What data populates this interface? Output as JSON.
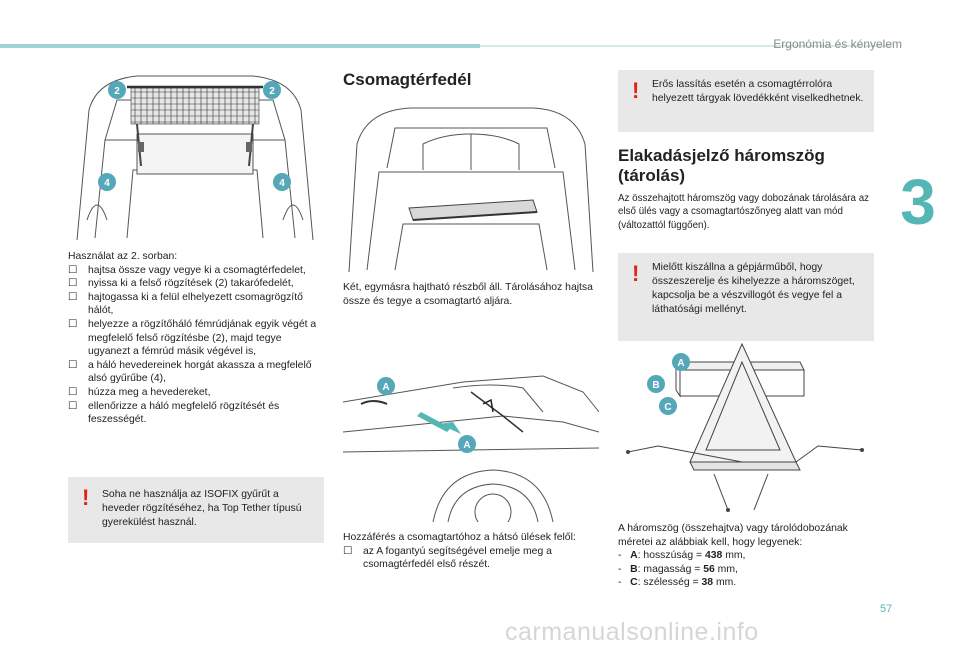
{
  "header": {
    "section_title": "Ergonómia és kényelem",
    "chapter_number": "3",
    "page_number": "57"
  },
  "watermark": "carmanualsonline.info",
  "col1": {
    "figure_callouts": [
      "2",
      "2",
      "4",
      "4"
    ],
    "intro": "Használat az 2. sorban:",
    "steps": [
      "hajtsa össze vagy vegye ki a csomagtérfedelet,",
      "nyissa ki a felső rögzítések (2) takarófedelét,",
      "hajtogassa ki a felül elhelyezett csomagrögzítő hálót,",
      "helyezze a rögzítőháló fémrúdjának egyik végét a megfelelő felső rögzítésbe (2), majd tegye ugyanezt a fémrúd másik végével is,",
      "a háló hevedereinek horgát akassza a megfelelő alsó gyűrűbe (4),",
      "húzza meg a hevedereket,",
      "ellenőrizze a háló megfelelő rögzítését és feszességét."
    ],
    "warning": "Soha ne használja az ISOFIX gyűrűt a heveder rögzítéséhez, ha Top Tether típusú gyerekülést használ."
  },
  "col2": {
    "title": "Csomagtérfedél",
    "desc": "Két, egymásra hajtható részből áll. Tárolásához hajtsa össze és tegye a csomagtartó aljára.",
    "figure_callouts": [
      "A",
      "A"
    ],
    "access_intro": "Hozzáférés a csomagtartóhoz a hátsó ülések felől:",
    "access_step": "az A fogantyú segítségével emelje meg a csomagtérfedél első részét."
  },
  "col3": {
    "warning": "Erős lassítás esetén a csomagtérrolóra helyezett tárgyak lövedékként viselkedhetnek.",
    "title": "Elakadásjelző háromszög (tárolás)",
    "desc": "Az összehajtott háromszög vagy dobozának tárolására az első ülés vagy a csomagtartószőnyeg alatt van mód (változattól függően).",
    "warning2": "Mielőtt kiszállna a gépjárműből, hogy összeszerelje és kihelyezze a háromszöget, kapcsolja be a vészvillogót és vegye fel a láthatósági mellényt.",
    "figure_callouts": [
      "A",
      "B",
      "C"
    ],
    "dims_intro": "A háromszög (összehajtva) vagy tárolódobozának méretei az alábbiak kell, hogy legyenek:",
    "dims": [
      {
        "key": "A",
        "label": "hosszúság =",
        "value": "438",
        "unit": "mm,"
      },
      {
        "key": "B",
        "label": "magasság =",
        "value": "56",
        "unit": "mm,"
      },
      {
        "key": "C",
        "label": "szélesség =",
        "value": "38",
        "unit": "mm."
      }
    ]
  }
}
